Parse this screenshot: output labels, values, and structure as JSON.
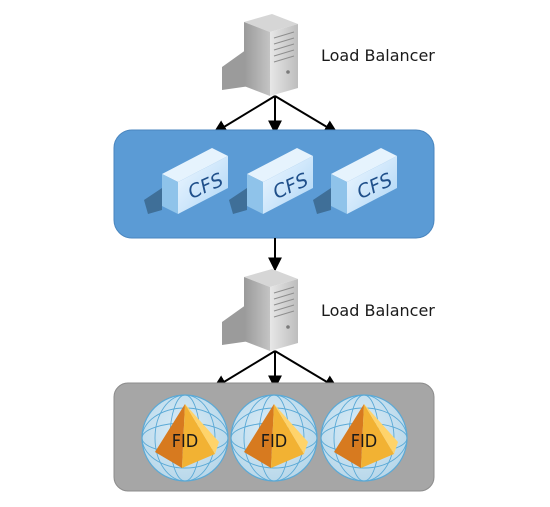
{
  "load_balancers": [
    {
      "label": "Load Balancer"
    },
    {
      "label": "Load Balancer"
    }
  ],
  "cfs_nodes": [
    {
      "label": "CFS"
    },
    {
      "label": "CFS"
    },
    {
      "label": "CFS"
    }
  ],
  "fid_nodes": [
    {
      "label": "FID"
    },
    {
      "label": "FID"
    },
    {
      "label": "FID"
    }
  ],
  "colors": {
    "cfs_group_fill": "#5b9bd5",
    "fid_group_fill": "#a6a6a6",
    "connector": "#000000"
  }
}
